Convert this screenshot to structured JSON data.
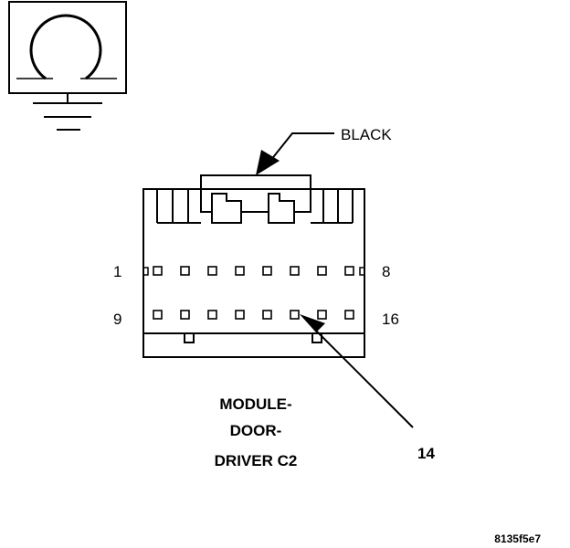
{
  "diagram": {
    "color_label": "BLACK",
    "pin_labels": {
      "top_left": "1",
      "top_right": "8",
      "bottom_left": "9",
      "bottom_right": "16"
    },
    "callout_pin": "14",
    "module_name": {
      "line1": "MODULE-",
      "line2": "DOOR-",
      "line3": "DRIVER C2"
    },
    "figure_id": "8135f5e7",
    "pins": {
      "top_row": [
        "1",
        "2",
        "3",
        "4",
        "5",
        "6",
        "7",
        "8"
      ],
      "bottom_row": [
        "9",
        "10",
        "11",
        "12",
        "13",
        "14",
        "15",
        "16"
      ]
    },
    "stroke_color": "#000000",
    "background_color": "#ffffff"
  }
}
